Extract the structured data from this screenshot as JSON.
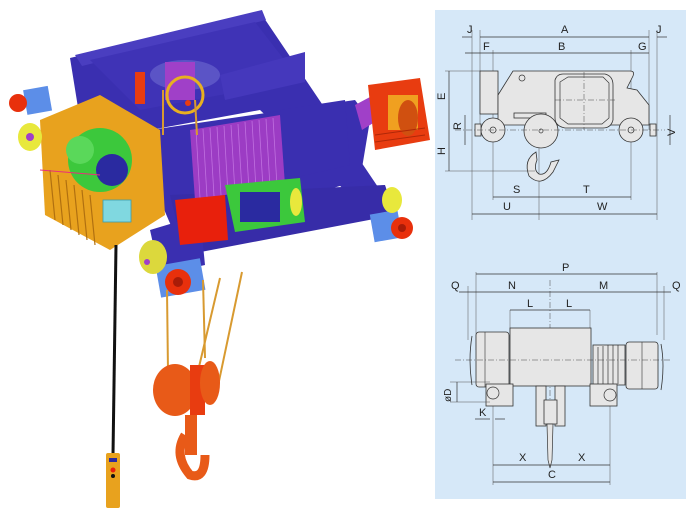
{
  "figure": {
    "illustration": {
      "subject": "3D cutaway of electric wire rope hoist (double-girder trolley type)",
      "components": [
        {
          "id": "trolley-frame",
          "color": "#3a2fb0"
        },
        {
          "id": "gearbox",
          "color": "#e8a21e"
        },
        {
          "id": "gear-train",
          "color": "#3cc83c"
        },
        {
          "id": "rope-drum",
          "color": "#a040c8"
        },
        {
          "id": "hoist-motor-brake",
          "color": "#e83c10"
        },
        {
          "id": "traverse-motor",
          "color": "#3cc83c"
        },
        {
          "id": "wheels",
          "color": "#e8e83c"
        },
        {
          "id": "buffers",
          "color": "#e8300c"
        },
        {
          "id": "end-plates",
          "color": "#5c8ee8"
        },
        {
          "id": "wire-rope",
          "color": "#d89a30"
        },
        {
          "id": "hook-block",
          "color": "#e85a18"
        },
        {
          "id": "pendant-cable",
          "color": "#111111"
        },
        {
          "id": "pendant-control",
          "color": "#e8a21e"
        }
      ]
    },
    "panel_color": "#d6e8f8",
    "side_view": {
      "dimension_labels": {
        "top_left_j": "J",
        "overall_a": "A",
        "top_right_j": "J",
        "f": "F",
        "b": "B",
        "g": "G",
        "e": "E",
        "r": "R",
        "h": "H",
        "v": "V",
        "s": "S",
        "t": "T",
        "u": "U",
        "w": "W"
      }
    },
    "end_view": {
      "dimension_labels": {
        "p": "P",
        "q_left": "Q",
        "n": "N",
        "m": "M",
        "q_right": "Q",
        "l_left": "L",
        "l_right": "L",
        "d": "øD",
        "k": "K",
        "x_left": "X",
        "x_right": "X",
        "c": "C"
      }
    }
  }
}
